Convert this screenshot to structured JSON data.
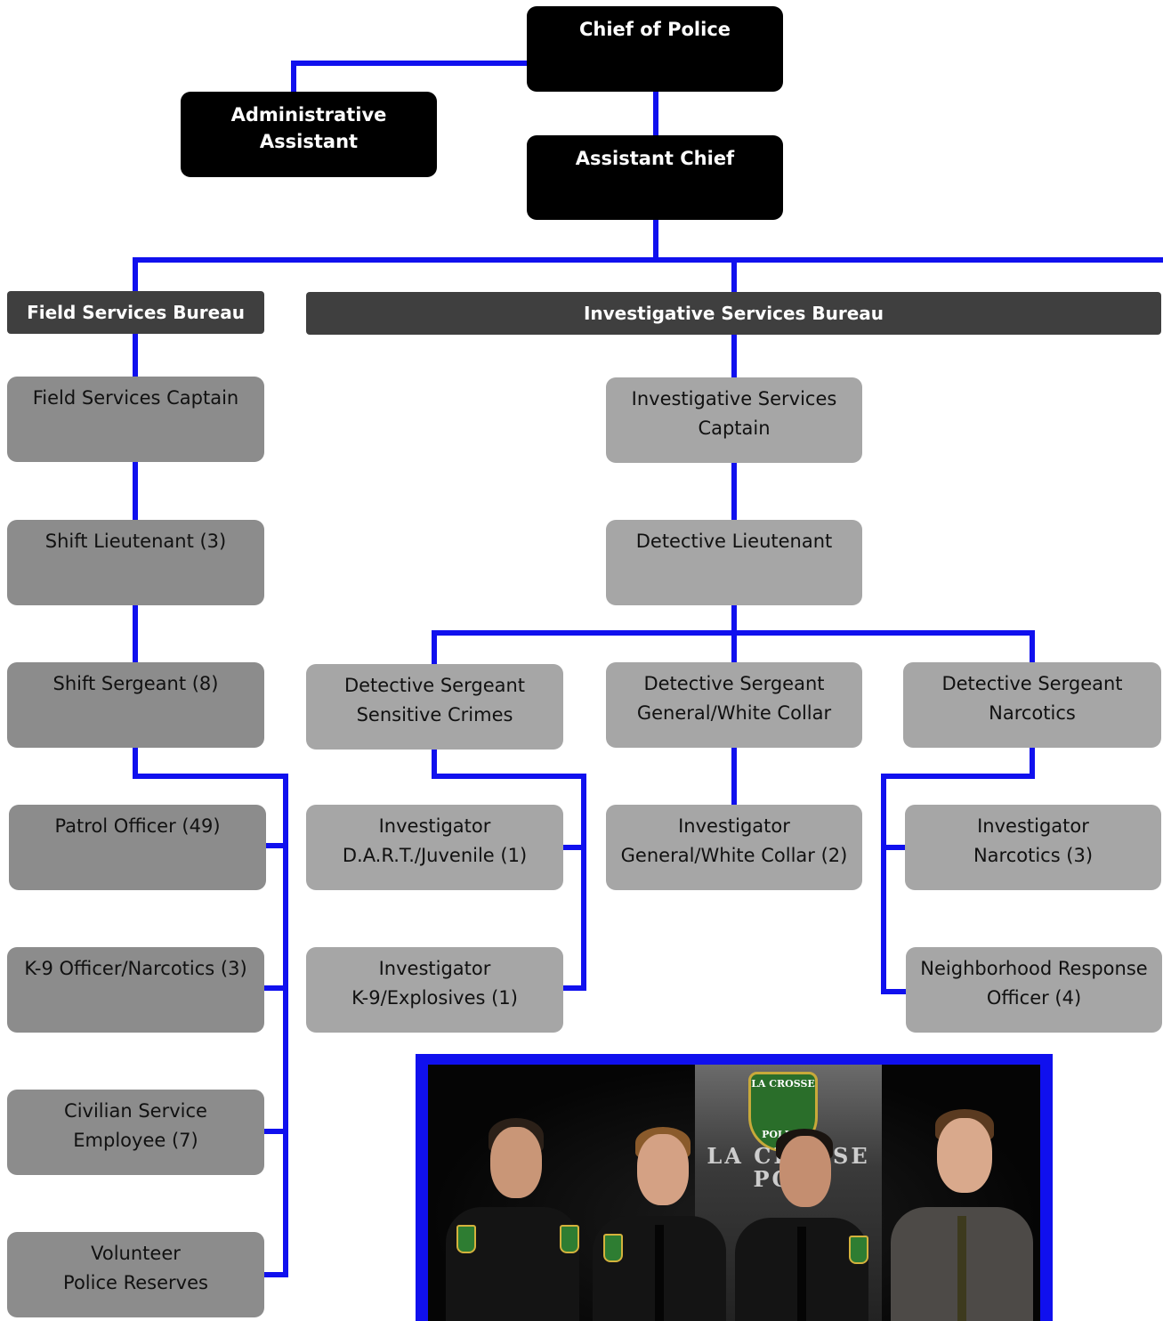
{
  "chart": {
    "chief": "Chief of Police",
    "admin_assistant": "Administrative Assistant",
    "assistant_chief": "Assistant Chief",
    "field_bureau": {
      "title": "Field Services Bureau",
      "captain": "Field Services Captain",
      "lieutenant": "Shift Lieutenant (3)",
      "sergeant": "Shift Sergeant (8)",
      "units": [
        {
          "line1": "Patrol Officer (49)",
          "line2": ""
        },
        {
          "line1": "K-9 Officer/Narcotics (3)",
          "line2": ""
        },
        {
          "line1": "Civilian Service",
          "line2": "Employee (7)"
        },
        {
          "line1": "Volunteer",
          "line2": "Police Reserves"
        }
      ]
    },
    "investigative_bureau": {
      "title": "Investigative Services Bureau",
      "captain": {
        "line1": "Investigative Services",
        "line2": "Captain"
      },
      "lieutenant": "Detective Lieutenant",
      "sergeants": [
        {
          "line1": "Detective Sergeant",
          "line2": "Sensitive Crimes"
        },
        {
          "line1": "Detective Sergeant",
          "line2": "General/White Collar"
        },
        {
          "line1": "Detective Sergeant",
          "line2": "Narcotics"
        }
      ],
      "investigators": [
        {
          "line1": "Investigator",
          "line2": "D.A.R.T./Juvenile (1)"
        },
        {
          "line1": "Investigator",
          "line2": "K-9/Explosives (1)"
        },
        {
          "line1": "Investigator",
          "line2": "General/White Collar (2)"
        },
        {
          "line1": "Investigator",
          "line2": "Narcotics (3)"
        },
        {
          "line1": "Neighborhood Response",
          "line2": "Officer (4)"
        }
      ]
    }
  },
  "photo": {
    "badge_top": "LA CROSSE",
    "badge_bottom": "POLICE",
    "banner_line1": "LA CROSSE",
    "banner_line2": "POLI"
  },
  "colors": {
    "connector": "#1010ee",
    "top_box": "#000000",
    "bureau": "#3f3f3f",
    "field_box": "#8c8c8c",
    "investigative_box": "#a6a6a6"
  }
}
